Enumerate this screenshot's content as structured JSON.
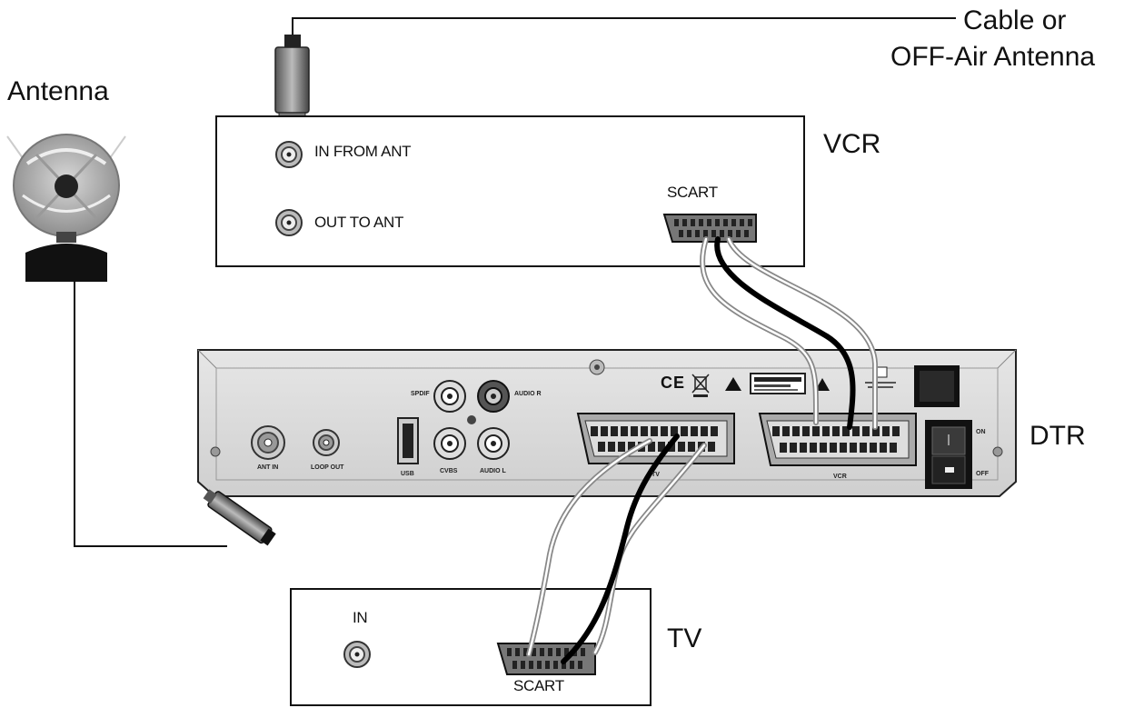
{
  "labels": {
    "cable_line1": "Cable or",
    "cable_line2": "OFF-Air Antenna",
    "antenna": "Antenna",
    "vcr": "VCR",
    "dtr": "DTR",
    "tv": "TV"
  },
  "vcr": {
    "in_from_ant": "IN FROM ANT",
    "out_to_ant": "OUT TO ANT",
    "scart": "SCART"
  },
  "tv": {
    "in": "IN",
    "scart": "SCART"
  },
  "dtr_panel": {
    "ant_in": "ANT IN",
    "loop_out": "LOOP OUT",
    "usb": "USB",
    "spdif": "SPDIF",
    "cvbs": "CVBS",
    "audio_r": "AUDIO R",
    "audio_l": "AUDIO L",
    "tv_scart": "TV",
    "vcr_scart": "VCR",
    "on": "ON",
    "off": "OFF",
    "ce": "CE"
  }
}
